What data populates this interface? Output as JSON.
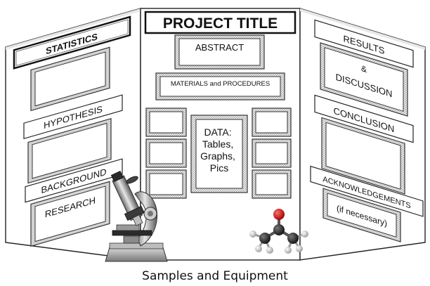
{
  "board": {
    "center": {
      "title": "PROJECT TITLE",
      "abstract": "ABSTRACT",
      "materials": "MATERIALS and PROCEDURES",
      "data_lines": [
        "DATA:",
        "Tables,",
        "Graphs,",
        "Pics"
      ]
    },
    "left": {
      "statistics": "STATISTICS",
      "hypothesis": "HYPOTHESIS",
      "background": "BACKGROUND",
      "research": "RESEARCH"
    },
    "right": {
      "results": "RESULTS",
      "amp": "&",
      "discussion": "DISCUSSION",
      "conclusion": "CONCLUSION",
      "acknowledgements": "ACKNOWLEDGEMENTS",
      "if_necessary": "(if necessary)"
    }
  },
  "caption": "Samples and Equipment",
  "icons": [
    "microscope-icon",
    "molecule-icon"
  ]
}
